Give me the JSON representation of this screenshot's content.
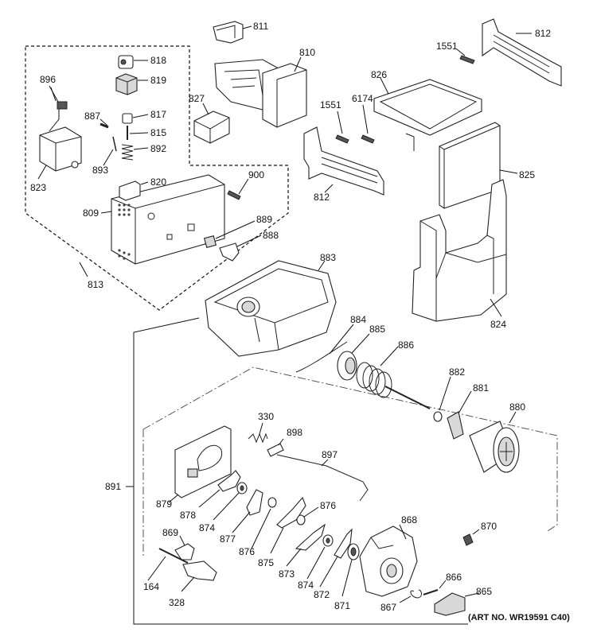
{
  "labels": {
    "p811": "811",
    "p810": "810",
    "p818": "818",
    "p819": "819",
    "p896": "896",
    "p827": "827",
    "p817": "817",
    "p887": "887",
    "p815": "815",
    "p892": "892",
    "p893": "893",
    "p823": "823",
    "p820": "820",
    "p900": "900",
    "p809": "809",
    "p889": "889",
    "p888": "888",
    "p813": "813",
    "p812a": "812",
    "p1551a": "1551",
    "p826": "826",
    "p1551b": "1551",
    "p6174": "6174",
    "p812b": "812",
    "p825": "825",
    "p824": "824",
    "p883": "883",
    "p884": "884",
    "p885": "885",
    "p886": "886",
    "p882": "882",
    "p881": "881",
    "p880": "880",
    "p330": "330",
    "p898": "898",
    "p897": "897",
    "p891": "891",
    "p879": "879",
    "p878": "878",
    "p874a": "874",
    "p876a": "876",
    "p877": "877",
    "p876b": "876",
    "p868": "868",
    "p870": "870",
    "p869": "869",
    "p875": "875",
    "p873": "873",
    "p874b": "874",
    "p872": "872",
    "p871": "871",
    "p866": "866",
    "p865": "865",
    "p164": "164",
    "p328": "328",
    "p867": "867"
  },
  "art_number": "(ART NO. WR19591 C40)"
}
